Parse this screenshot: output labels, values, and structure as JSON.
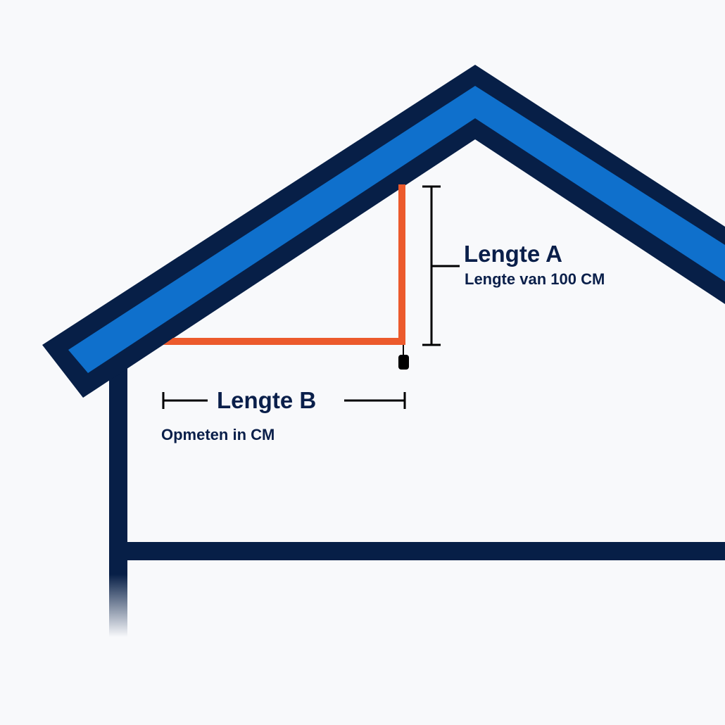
{
  "colors": {
    "background": "#f8f9fb",
    "structure": "#071f47",
    "roof_insulation": "#0f70cc",
    "measure_line": "#ec5a2c",
    "dimension_line": "#000000",
    "text": "#0a1f4a"
  },
  "labels": {
    "length_a_title": "Lengte A",
    "length_a_subtitle": "Lengte van 100 CM",
    "length_b_title": "Lengte B",
    "length_b_subtitle": "Opmeten in CM"
  }
}
